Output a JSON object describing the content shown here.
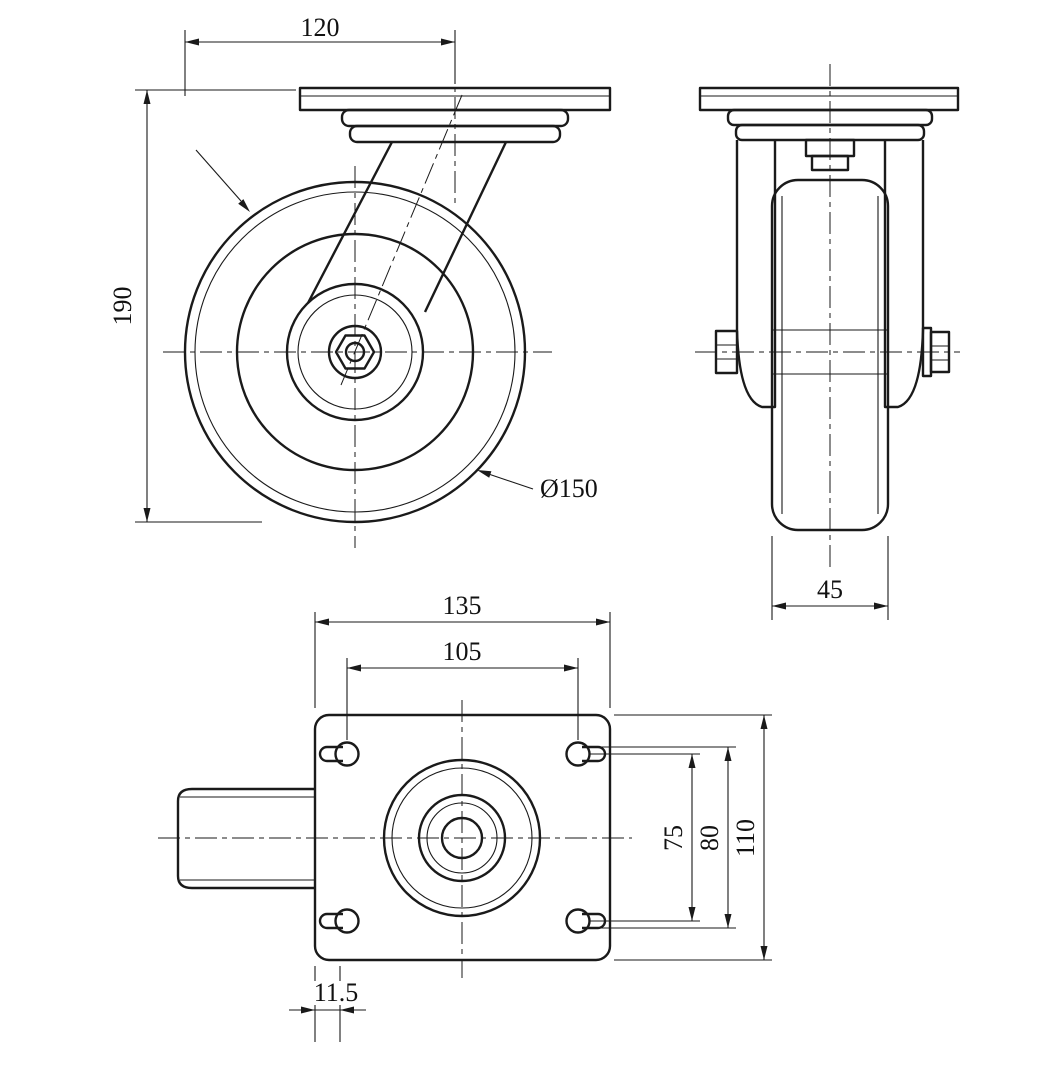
{
  "style": {
    "background": "#ffffff",
    "line_color": "#1a1a1a"
  },
  "views": {
    "side": {
      "dims": {
        "swivel_offset": "120",
        "overall_height": "190",
        "wheel_diameter": "Ø150"
      }
    },
    "front": {
      "dims": {
        "wheel_width": "45"
      }
    },
    "plan": {
      "dims": {
        "plate_length": "135",
        "bolt_spacing_length": "105",
        "bolt_spacing_width": "75",
        "slot_spacing": "80",
        "plate_width": "110",
        "edge_to_slot": "11.5"
      }
    }
  }
}
